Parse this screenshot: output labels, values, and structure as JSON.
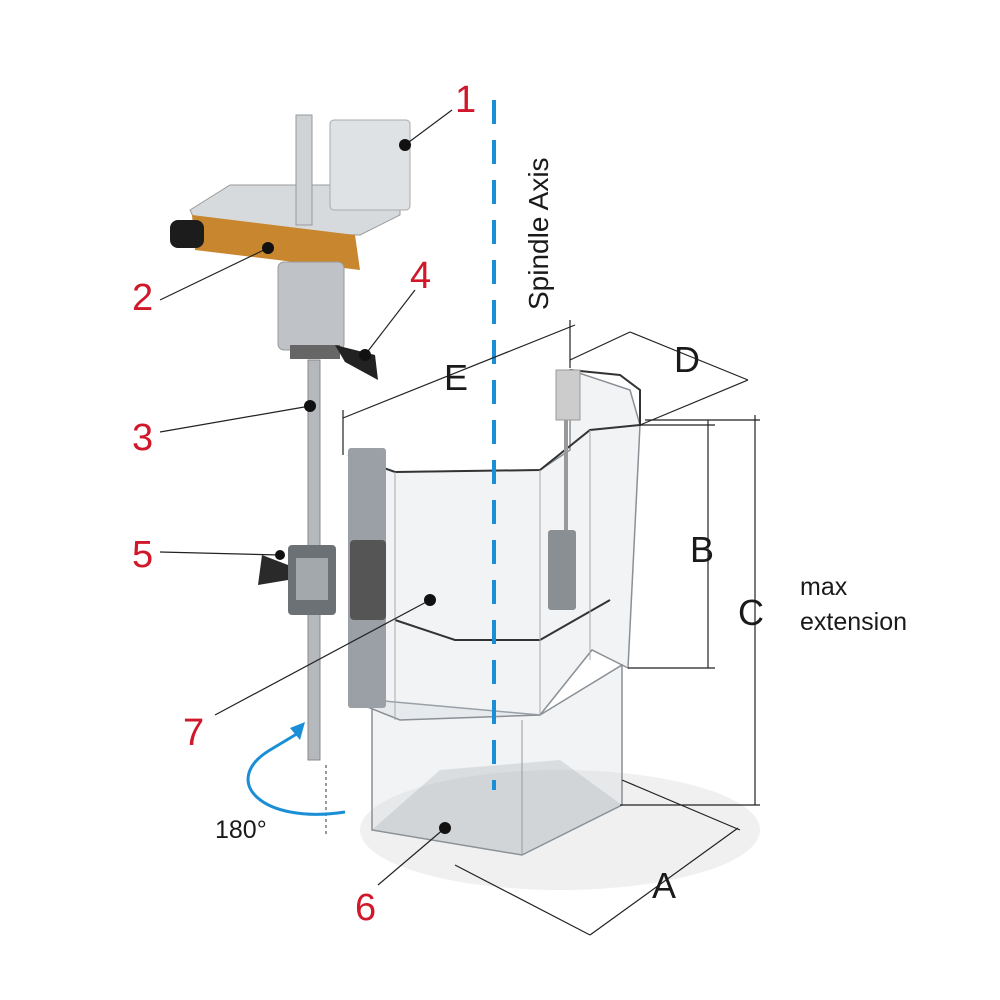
{
  "callouts": [
    "1",
    "2",
    "3",
    "4",
    "5",
    "6",
    "7"
  ],
  "axis_label": "Spindle Axis",
  "dimensions": {
    "a": "A",
    "b": "B",
    "c": "C",
    "d": "D",
    "e": "E"
  },
  "note": {
    "line1": "max",
    "line2": "extension"
  },
  "rotation_label": "180°",
  "colors": {
    "callout": "#d0182a",
    "axis": "#1a8fd6",
    "bracket_band": "#c8862e"
  }
}
